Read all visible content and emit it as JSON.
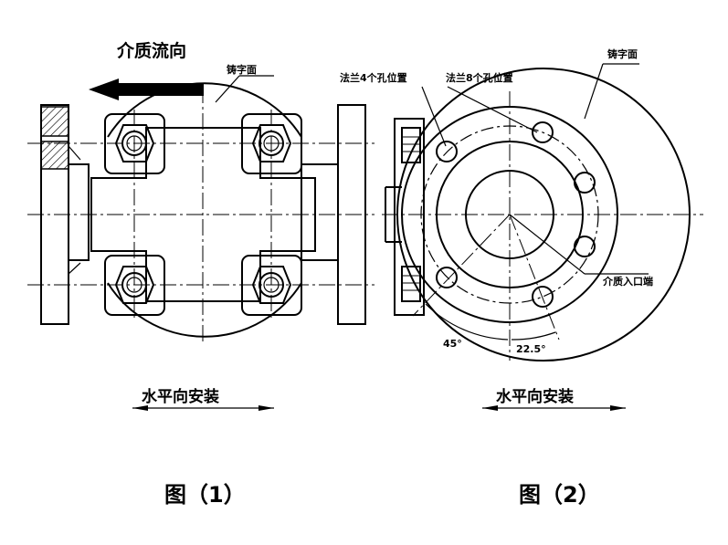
{
  "figure1": {
    "flow_label": "介质流向",
    "cast_face_label": "铸字面",
    "install_label": "水平向安装",
    "caption": "图（1）"
  },
  "figure2": {
    "flange4_label": "法兰4个孔位置",
    "flange8_label": "法兰8个孔位置",
    "cast_face_label": "铸字面",
    "inlet_label": "介质入口端",
    "angle_45": "45°",
    "angle_22": "22.5°",
    "install_label": "水平向安装",
    "caption": "图（2）"
  }
}
